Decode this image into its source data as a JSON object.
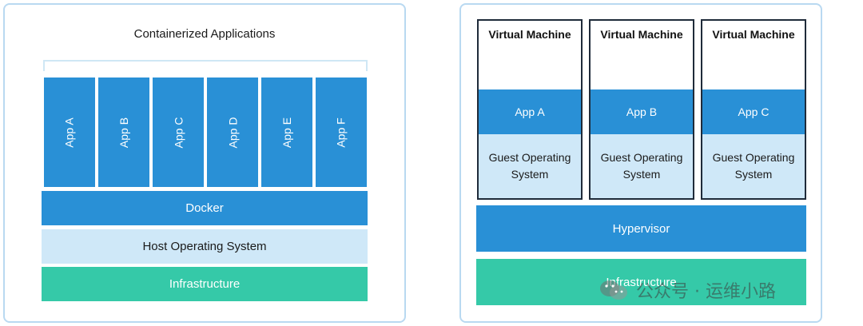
{
  "left": {
    "title": "Containerized Applications",
    "apps": [
      "App A",
      "App B",
      "App C",
      "App D",
      "App E",
      "App F"
    ],
    "docker": "Docker",
    "host_os": "Host Operating System",
    "infrastructure": "Infrastructure"
  },
  "right": {
    "vms": [
      {
        "title": "Virtual Machine",
        "app": "App A",
        "os": "Guest Operating System"
      },
      {
        "title": "Virtual Machine",
        "app": "App B",
        "os": "Guest Operating System"
      },
      {
        "title": "Virtual Machine",
        "app": "App C",
        "os": "Guest Operating System"
      }
    ],
    "hypervisor": "Hypervisor",
    "infrastructure": "Infrastructure"
  },
  "watermark": {
    "text": "公众号 · 运维小路",
    "icon": "wechat-icon"
  },
  "colors": {
    "blue": "#2990d6",
    "light_blue": "#cfe8f8",
    "green": "#35c9a8",
    "border": "#b9d9f1",
    "vm_border": "#1f2b3a"
  }
}
